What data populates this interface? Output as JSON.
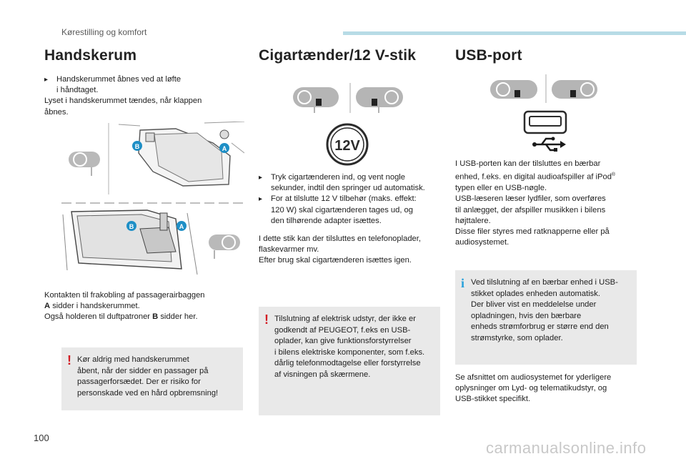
{
  "header": {
    "section": "Kørestilling og komfort"
  },
  "page": {
    "number": "100"
  },
  "watermark": "carmanualsonline.info",
  "col1": {
    "title": "Handskerum",
    "bullet": [
      "Handskerummet åbnes ved at løfte",
      "i håndtaget."
    ],
    "para1": [
      "Lyset i handskerummet tændes, når klappen",
      "åbnes."
    ],
    "figure": {
      "label_a": "A",
      "label_b": "B"
    },
    "para2": {
      "line1": "Kontakten til frakobling af passagerairbaggen",
      "line2_bold": "A",
      "line2_rest": " sidder i handskerummet.",
      "line3_start": "Også holderen til duftpatroner ",
      "line3_bold": "B",
      "line3_end": " sidder her."
    },
    "warning": [
      "Kør aldrig med handskerummet",
      "åbent, når der sidder en passager på",
      "passagerforsædet. Der er risiko for",
      "personskade ved en hård opbremsning!"
    ]
  },
  "col2": {
    "title": "Cigartænder/12 V-stik",
    "socket_label": "12V",
    "bullets": [
      [
        "Tryk cigartænderen ind, og vent nogle",
        "sekunder, indtil den springer ud automatisk."
      ],
      [
        "For at tilslutte 12 V tilbehør (maks. effekt:",
        "120 W) skal cigartænderen tages ud, og",
        "den tilhørende adapter isættes."
      ]
    ],
    "para": [
      "I dette stik kan der tilsluttes en telefonoplader,",
      "flaskevarmer mv.",
      "Efter brug skal cigartænderen isættes igen."
    ],
    "warning": [
      "Tilslutning af elektrisk udstyr, der ikke er",
      "godkendt af PEUGEOT, f.eks en USB-",
      "oplader, kan give funktionsforstyrrelser",
      "i bilens elektriske komponenter, som f.eks.",
      "dårlig telefonmodtagelse eller forstyrrelse",
      "af visningen på skærmene."
    ]
  },
  "col3": {
    "title": "USB-port",
    "para1": {
      "line1": "I USB-porten kan der tilsluttes en bærbar",
      "line2": "enhed, f.eks. en digital audioafspiller af iPod",
      "line2_sup": "®",
      "rest": [
        "typen eller en USB-nøgle.",
        "USB-læseren læser lydfiler, som overføres",
        "til anlægget, der afspiller musikken i bilens",
        "højttalere.",
        "Disse filer styres med ratknapperne eller på",
        "audiosystemet."
      ]
    },
    "info": [
      "Ved tilslutning af en bærbar enhed i USB-",
      "stikket oplades enheden automatisk.",
      "Der bliver vist en meddelelse under",
      "opladningen, hvis den bærbare",
      "enheds strømforbrug er større end den",
      "strømstyrke, som oplader."
    ],
    "para2": [
      "Se afsnittet om audiosystemet for yderligere",
      "oplysninger om Lyd- og telematikudstyr, og",
      "USB-stikket specifikt."
    ]
  }
}
